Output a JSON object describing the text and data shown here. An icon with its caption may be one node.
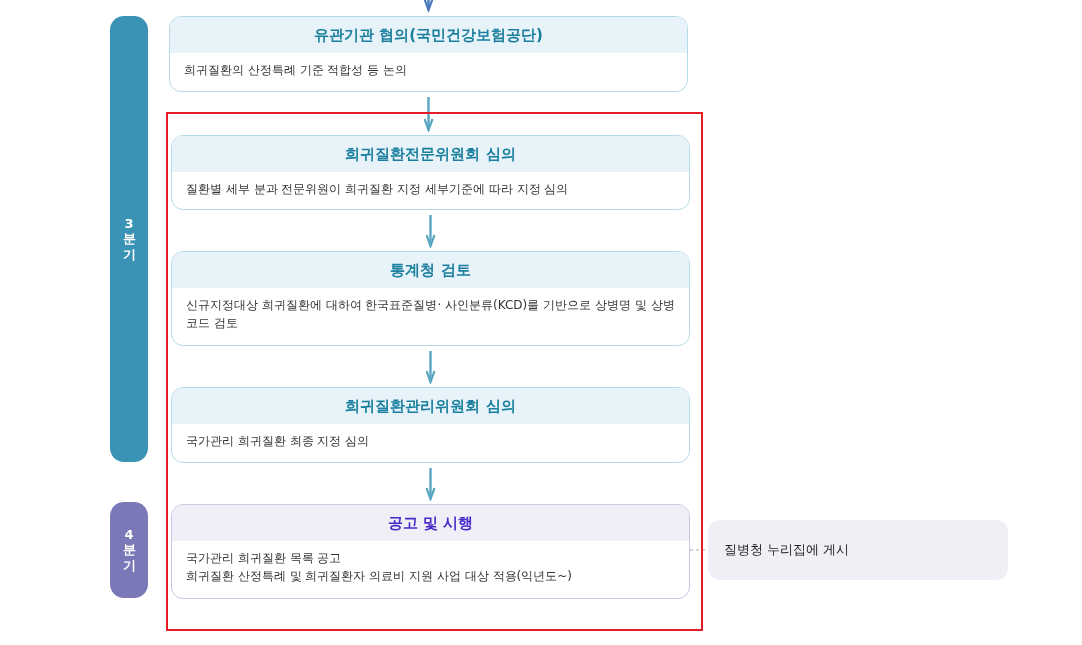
{
  "diagram": {
    "nodes": [
      {
        "text": [
          "3분기"
        ]
      },
      {
        "text": [
          "4분기"
        ]
      },
      {
        "text": [
          "유관기관 협의(국민건강보험공단)",
          "희귀질환의 산정특례 기준 적합성 등 논의"
        ]
      },
      {
        "text": [],
        "shape": "box"
      },
      {
        "text": [
          "희귀질환전문위원회 심의",
          "질환별 세부 분과 전문위원이 희귀질환 지정 세부기준에 따라 지정 심의"
        ],
        "in": 3
      },
      {
        "text": [
          "통계청 검토",
          "신규지정대상 희귀질환에 대하여 한국표준질병· 사인분류(KCD)를 기반으로 상병명 및 상병코드 검토"
        ],
        "in": 3
      },
      {
        "text": [
          "희귀질환관리위원회 심의",
          "국가관리 희귀질환 최종 지정 심의"
        ],
        "in": 3
      },
      {
        "text": [
          "공고 및 시행",
          "국가관리 희귀질환 목록 공고",
          "희귀질환 산정특례 및 희귀질환자 의료비 지원 사업 대상 적용(익년도~)"
        ],
        "in": 3
      },
      {
        "text": [
          "질병청 누리집에 게시"
        ]
      }
    ],
    "edges": [
      {
        "from": null,
        "to": 2,
        "arrow": "to",
        "color": "#4a78b8"
      },
      {
        "from": 2,
        "to": 4,
        "arrow": "to"
      },
      {
        "from": 4,
        "to": 5,
        "arrow": "to"
      },
      {
        "from": 5,
        "to": 6,
        "arrow": "to"
      },
      {
        "from": 6,
        "to": 7,
        "arrow": "to"
      },
      {
        "from": 7,
        "to": 8,
        "arrow": "none",
        "style": "dashed",
        "color": "#aaaaaa"
      }
    ]
  }
}
